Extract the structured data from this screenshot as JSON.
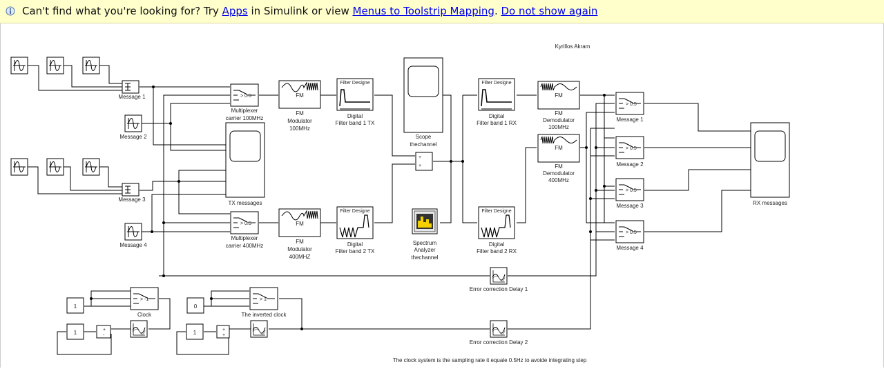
{
  "banner": {
    "icon": "info-icon",
    "text_before": "Can't find what you're looking for? Try ",
    "apps_link": "Apps",
    "text_middle": " in Simulink or view ",
    "menus_link": "Menus to Toolstrip Mapping",
    "period": ".",
    "dont_show_link": "Do not show again"
  },
  "model": {
    "author": "Kyrillos Akram",
    "footnote": "The clock system is the sampling rate it equale 0.5Hz to avoide integrating step",
    "blocks": {
      "message1": "Message 1",
      "message2": "Message 2",
      "message3": "Message 3",
      "message4": "Message 4",
      "mux1_line1": "Multiplexer",
      "mux1_line2": "carrier 100MHz",
      "mux2_line1": "Multiplexer",
      "mux2_line2": "carrier 400MHz",
      "switch_threshold": "> 0.5",
      "fm": "FM",
      "fm_mod1_line1": "FM",
      "fm_mod1_line2": "Modulator",
      "fm_mod1_line3": "100MHz",
      "fm_mod2_line1": "FM",
      "fm_mod2_line2": "Modulator",
      "fm_mod2_line3": "400MHZ",
      "filter_designer": "Filter Designe",
      "filt_tx1_line1": "Digital",
      "filt_tx1_line2": "Filter band 1 TX",
      "filt_tx2_line1": "Digital",
      "filt_tx2_line2": "Filter band 2 TX",
      "filt_rx1_line1": "Digital",
      "filt_rx1_line2": "Filter  band 1 RX",
      "filt_rx2_line1": "Digital",
      "filt_rx2_line2": "Filter band 2 RX",
      "tx_messages": "TX messages",
      "scope_ch_line1": "Scope",
      "scope_ch_line2": "thechannel",
      "spec_line1": "Spectrum",
      "spec_line2": "Analyzer",
      "spec_line3": "thechannel",
      "demod1_line1": "FM",
      "demod1_line2": "Demodulator",
      "demod1_line3": "100MHz",
      "demod2_line1": "FM",
      "demod2_line2": "Demodulator",
      "demod2_line3": "400MHz",
      "rx_msg1": "Message 1",
      "rx_msg2": "Message 2",
      "rx_msg3": "Message 3",
      "rx_msg4": "Message 4",
      "rx_messages": "RX messages",
      "err_delay1": "Error correction Delay 1",
      "err_delay2": "Error correction Delay 2",
      "clock": "Clock",
      "clock_threshold": "> -1",
      "inv_clock": "The inverted clock",
      "inv_threshold": "> 1",
      "const_1a": "1",
      "const_1b": "1",
      "const_0": "0",
      "const_1c": "1",
      "plus": "+",
      "minus": "-"
    }
  }
}
